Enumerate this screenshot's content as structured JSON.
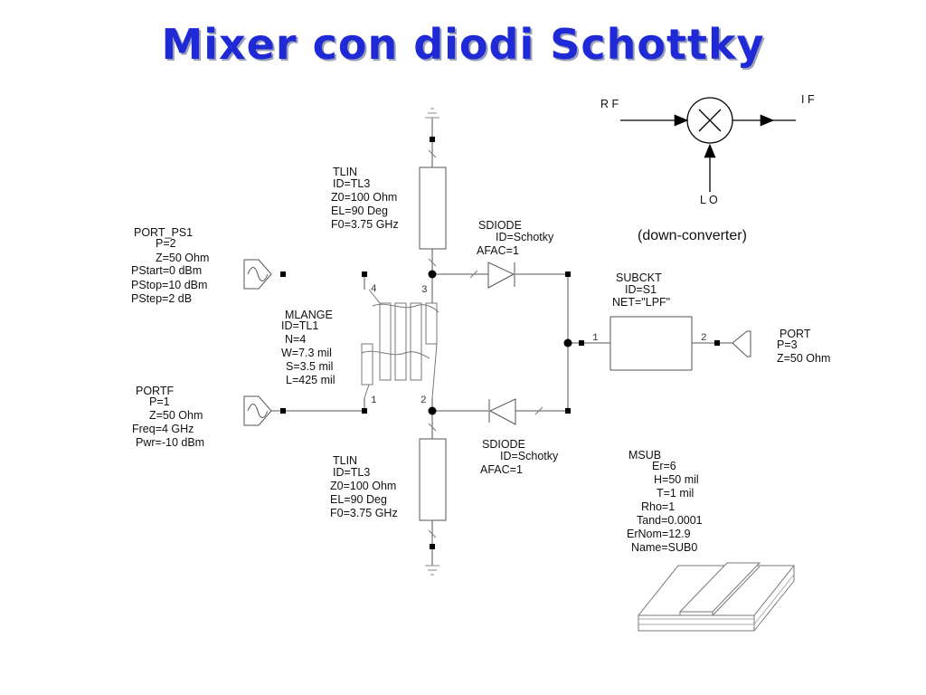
{
  "title": "Mixer con diodi Schottky",
  "block_diagram": {
    "rf": "R F",
    "if": "I F",
    "lo": "L O",
    "caption": "(down-converter)"
  },
  "tlin_top": [
    "TLIN",
    "ID=TL3",
    "Z0=100 Ohm",
    "EL=90 Deg",
    "F0=3.75 GHz"
  ],
  "tlin_bottom": [
    "TLIN",
    "ID=TL3",
    "Z0=100 Ohm",
    "EL=90 Deg",
    "F0=3.75 GHz"
  ],
  "sdiode_top": [
    "SDIODE",
    "ID=Schotky",
    "AFAC=1"
  ],
  "sdiode_bottom": [
    "SDIODE",
    "ID=Schotky",
    "AFAC=1"
  ],
  "port_ps1": [
    "PORT_PS1",
    "P=2",
    "Z=50 Ohm",
    "PStart=0 dBm",
    "PStop=10 dBm",
    "PStep=2 dB"
  ],
  "portf": [
    "PORTF",
    "P=1",
    "Z=50 Ohm",
    "Freq=4 GHz",
    "Pwr=-10 dBm"
  ],
  "mlange": [
    "MLANGE",
    "ID=TL1",
    "N=4",
    "W=7.3 mil",
    "S=3.5 mil",
    "L=425 mil"
  ],
  "subckt": [
    "SUBCKT",
    "ID=S1",
    "NET=\"LPF\""
  ],
  "port3": [
    "PORT",
    "P=3",
    "Z=50 Ohm"
  ],
  "msub": [
    "MSUB",
    "Er=6",
    "H=50 mil",
    "T=1 mil",
    "Rho=1",
    "Tand=0.0001",
    "ErNom=12.9",
    "Name=SUB0"
  ],
  "pins": {
    "lange_1": "1",
    "lange_2": "2",
    "lange_3": "3",
    "lange_4": "4",
    "subckt_1": "1",
    "subckt_2": "2"
  }
}
